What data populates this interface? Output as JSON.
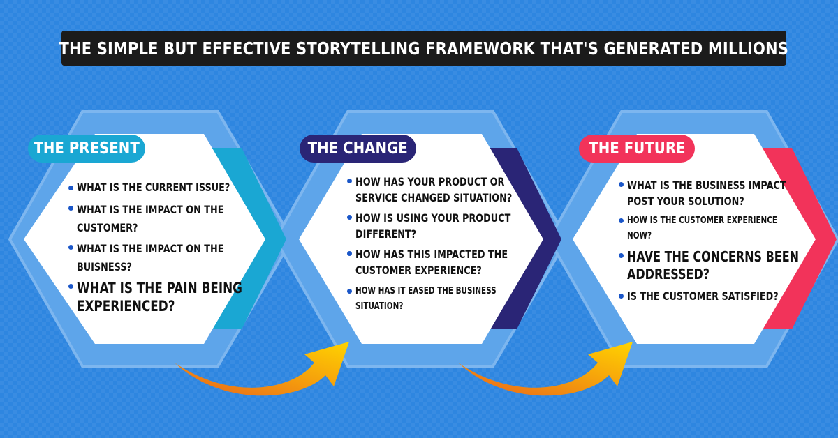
{
  "title": "THE SIMPLE BUT EFFECTIVE STORYTELLING FRAMEWORK THAT'S GENERATED MILLIONS",
  "colors": {
    "background": "#2e86e0",
    "present": "#1aa7d3",
    "change": "#2a2576",
    "future": "#f2335a",
    "arrow": "#f7b800"
  },
  "stages": [
    {
      "label": "THE PRESENT",
      "bullets": [
        [
          "WHAT IS THE CURRENT ISSUE?"
        ],
        [
          "WHAT IS THE IMPACT ON THE",
          "CUSTOMER?"
        ],
        [
          "WHAT IS THE IMPACT ON THE",
          "BUISNESS?"
        ],
        [
          "WHAT IS THE PAIN BEING",
          "EXPERIENCED?"
        ]
      ]
    },
    {
      "label": "THE CHANGE",
      "bullets": [
        [
          "HOW HAS YOUR PRODUCT OR",
          "SERVICE CHANGED SITUATION?"
        ],
        [
          "HOW IS USING YOUR PRODUCT",
          "DIFFERENT?"
        ],
        [
          "HOW HAS THIS IMPACTED THE",
          "CUSTOMER EXPERIENCE?"
        ],
        [
          "HOW HAS IT EASED THE BUSINESS",
          "SITUATION?"
        ]
      ]
    },
    {
      "label": "THE FUTURE",
      "bullets": [
        [
          "WHAT IS THE BUSINESS IMPACT",
          "POST YOUR SOLUTION?"
        ],
        [
          "HOW IS THE CUSTOMER EXPERIENCE",
          "NOW?"
        ],
        [
          "HAVE THE CONCERNS BEEN",
          "ADDRESSED?"
        ],
        [
          "IS THE CUSTOMER SATISFIED?"
        ]
      ]
    }
  ]
}
